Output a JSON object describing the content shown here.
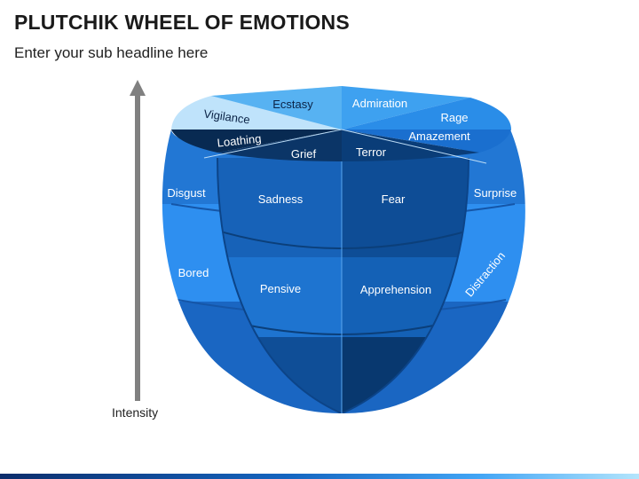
{
  "header": {
    "title": "PLUTCHIK WHEEL OF EMOTIONS",
    "subtitle": "Enter your sub headline here"
  },
  "axis": {
    "label": "Intensity",
    "direction": "up"
  },
  "wheel": {
    "top_ring": [
      "Ecstasy",
      "Admiration",
      "Rage",
      "Amazement",
      "Terror",
      "Grief",
      "Loathing",
      "Vigilance"
    ],
    "bowl_labels": {
      "disgust": "Disgust",
      "sadness": "Sadness",
      "fear": "Fear",
      "surprise": "Surprise",
      "bored": "Bored",
      "pensive": "Pensive",
      "apprehension": "Apprehension",
      "distraction": "Distraction"
    }
  },
  "colors": {
    "title": "#1a1a1a",
    "light_blue": "#b3e0fb",
    "sky_blue": "#4aa8f0",
    "mid_blue": "#1f7fe0",
    "deep_blue": "#0d5fb3",
    "navy": "#06305f",
    "arrow": "#808080"
  }
}
